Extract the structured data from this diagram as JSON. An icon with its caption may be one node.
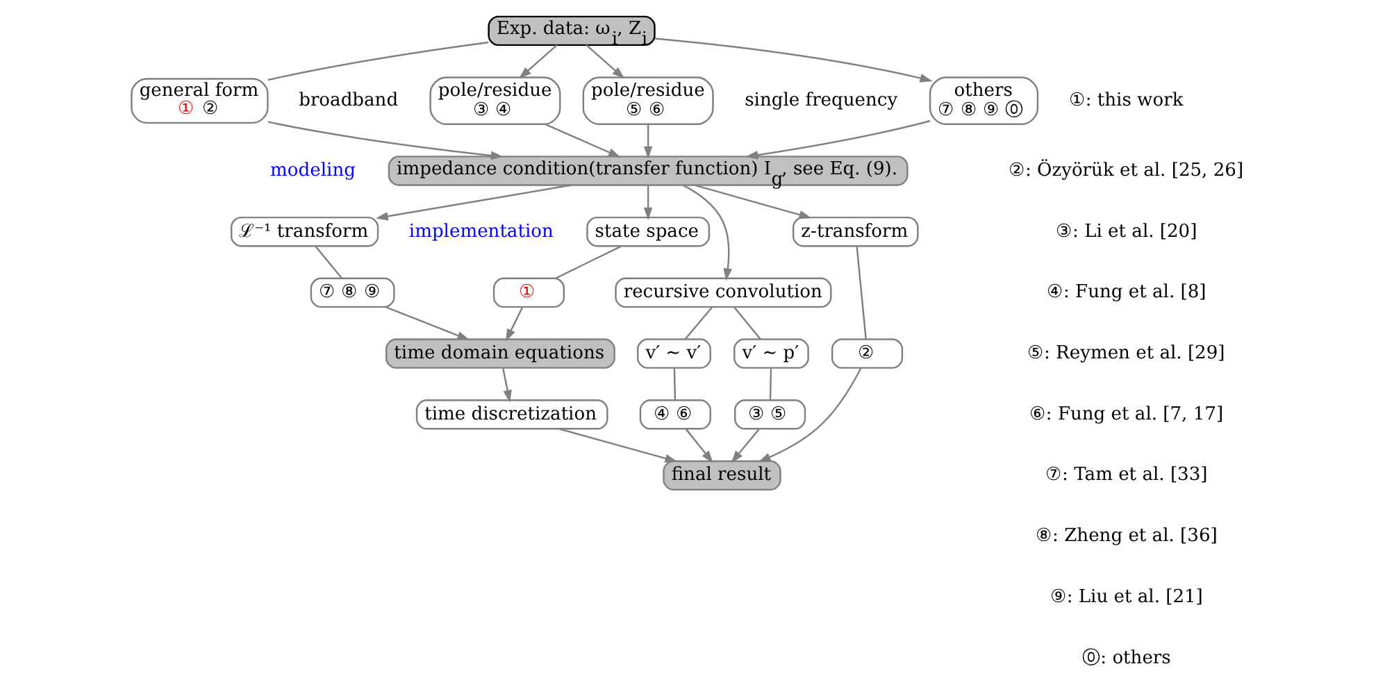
{
  "diagram": {
    "nodes": [
      {
        "text": [
          "Exp. data: ω$_{i}$, Z$_{i}$"
        ]
      },
      {
        "text": [
          "general form",
          "① ②"
        ]
      },
      {
        "text": [
          "pole/residue",
          "③ ④"
        ]
      },
      {
        "text": [
          "pole/residue",
          "⑤ ⑥"
        ]
      },
      {
        "text": [
          "others",
          "⑦ ⑧ ⑨ ⓪"
        ]
      },
      {
        "text": [
          "impedance condition(transfer function) I$_{g}$, see Eq. (9)."
        ]
      },
      {
        "text": [
          "z-transform"
        ]
      },
      {
        "text": [
          "recursive convolution"
        ]
      },
      {
        "text": [
          "ℒ⁻¹ transform"
        ]
      },
      {
        "text": [
          "state space"
        ]
      },
      {
        "text": [
          "②"
        ]
      },
      {
        "text": [
          "v′ ∼ p′"
        ]
      },
      {
        "text": [
          "v′ ∼ v′"
        ]
      },
      {
        "text": [
          "⑦ ⑧ ⑨"
        ]
      },
      {
        "text": [
          "①"
        ]
      },
      {
        "text": [
          "③ ⑤"
        ]
      },
      {
        "text": [
          "④ ⑥"
        ]
      },
      {
        "text": [
          "time domain equations"
        ]
      },
      {
        "text": [
          "final result"
        ]
      },
      {
        "text": [
          "time discretization"
        ]
      }
    ],
    "edges": [
      {
        "from": 0,
        "to": 1,
        "arrow": "none"
      },
      {
        "from": 0,
        "to": 2,
        "arrow": "to"
      },
      {
        "from": 0,
        "to": 3,
        "arrow": "to"
      },
      {
        "from": 0,
        "to": 4,
        "arrow": "to"
      },
      {
        "from": 1,
        "to": 5,
        "arrow": "to"
      },
      {
        "from": 2,
        "to": 5,
        "arrow": "to"
      },
      {
        "from": 3,
        "to": 5,
        "arrow": "to"
      },
      {
        "from": 4,
        "to": 5,
        "arrow": "to"
      },
      {
        "from": 5,
        "to": 6,
        "arrow": "to"
      },
      {
        "from": 5,
        "to": 7,
        "arrow": "to"
      },
      {
        "from": 5,
        "to": 8,
        "arrow": "to"
      },
      {
        "from": 5,
        "to": 9,
        "arrow": "to"
      },
      {
        "from": 6,
        "to": 10,
        "arrow": "none"
      },
      {
        "from": 7,
        "to": 11,
        "arrow": "none"
      },
      {
        "from": 7,
        "to": 12,
        "arrow": "none"
      },
      {
        "from": 8,
        "to": 13,
        "arrow": "none"
      },
      {
        "from": 9,
        "to": 14,
        "arrow": "none"
      },
      {
        "from": 11,
        "to": 15,
        "arrow": "none"
      },
      {
        "from": 12,
        "to": 16,
        "arrow": "none"
      },
      {
        "from": 13,
        "to": 17,
        "arrow": "to"
      },
      {
        "from": 14,
        "to": 17,
        "arrow": "to"
      },
      {
        "from": 10,
        "to": 18,
        "arrow": "to"
      },
      {
        "from": 15,
        "to": 18,
        "arrow": "to"
      },
      {
        "from": 16,
        "to": 18,
        "arrow": "to"
      },
      {
        "from": 17,
        "to": 19,
        "arrow": "to"
      },
      {
        "from": 19,
        "to": 18,
        "arrow": "to"
      }
    ],
    "labels": [
      "broadband",
      "single frequency",
      "modeling",
      "implementation",
      "①: this work",
      "②: Özyörük et al. [25, 26]",
      "③: Li et al. [20]",
      "④: Fung et al. [8]",
      "⑤: Reymen et al. [29]",
      "⑥: Fung et al. [7, 17]",
      "⑦: Tam et al. [33]",
      "⑧: Zheng et al. [36]",
      "⑨: Liu et al. [21]",
      "⓪: others"
    ]
  }
}
